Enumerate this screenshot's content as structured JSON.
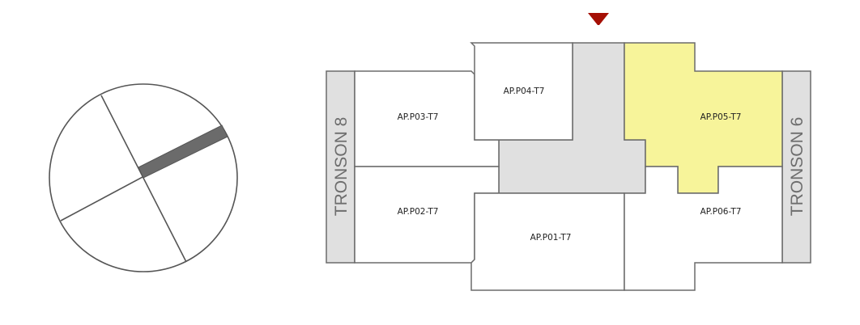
{
  "colors": {
    "selected": "#f7f49a",
    "core": "#e0e0e0",
    "marker": "#a50f05",
    "stroke": "#6b6b6b"
  },
  "compass": {
    "icon": "orientation-compass-icon"
  },
  "units": [
    {
      "id": "AP.P01-T7",
      "selected": false
    },
    {
      "id": "AP.P02-T7",
      "selected": false
    },
    {
      "id": "AP.P03-T7",
      "selected": false
    },
    {
      "id": "AP.P04-T7",
      "selected": false
    },
    {
      "id": "AP.P05-T7",
      "selected": true
    },
    {
      "id": "AP.P06-T7",
      "selected": false
    }
  ],
  "tronsons": {
    "left": "TRONSON 8",
    "right": "TRONSON 6"
  },
  "marker": {
    "icon": "entrance-marker-icon"
  }
}
